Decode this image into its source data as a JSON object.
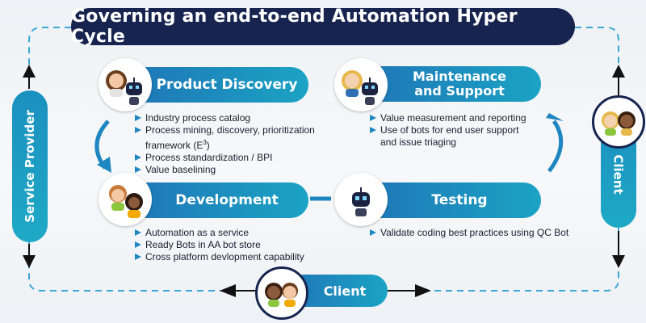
{
  "title": "Governing an end-to-end Automation Hyper Cycle",
  "stages": {
    "discovery": {
      "label": "Product Discovery",
      "items": [
        "Industry process catalog",
        "Process mining, discovery, prioritization",
        "Value baselining"
      ],
      "framework_line": "framework (E",
      "framework_sup": "3",
      "framework_end": ")",
      "bpi": "Process standardization / BPI"
    },
    "maintenance": {
      "label_line1": "Maintenance",
      "label_line2": "and Support",
      "items": [
        "Value measurement and reporting",
        "Use of bots for end user support",
        "and issue triaging"
      ]
    },
    "development": {
      "label": "Development",
      "items": [
        "Automation as a service",
        "Ready Bots in AA bot store",
        "Cross platform devlopment capability"
      ]
    },
    "testing": {
      "label": "Testing",
      "items": [
        "Validate coding best practices using QC Bot"
      ]
    }
  },
  "side": {
    "left_label": "Service Provider",
    "right_label": "Client",
    "bottom_label": "Client"
  },
  "colors": {
    "navy": "#17244f",
    "teal_start": "#1f76b7",
    "teal_end": "#1ba3c4",
    "dashed_line": "#3aa7d6"
  },
  "icons": [
    "woman-avatar-icon",
    "robot-icon",
    "man-avatar-icon",
    "arrow-icon"
  ]
}
